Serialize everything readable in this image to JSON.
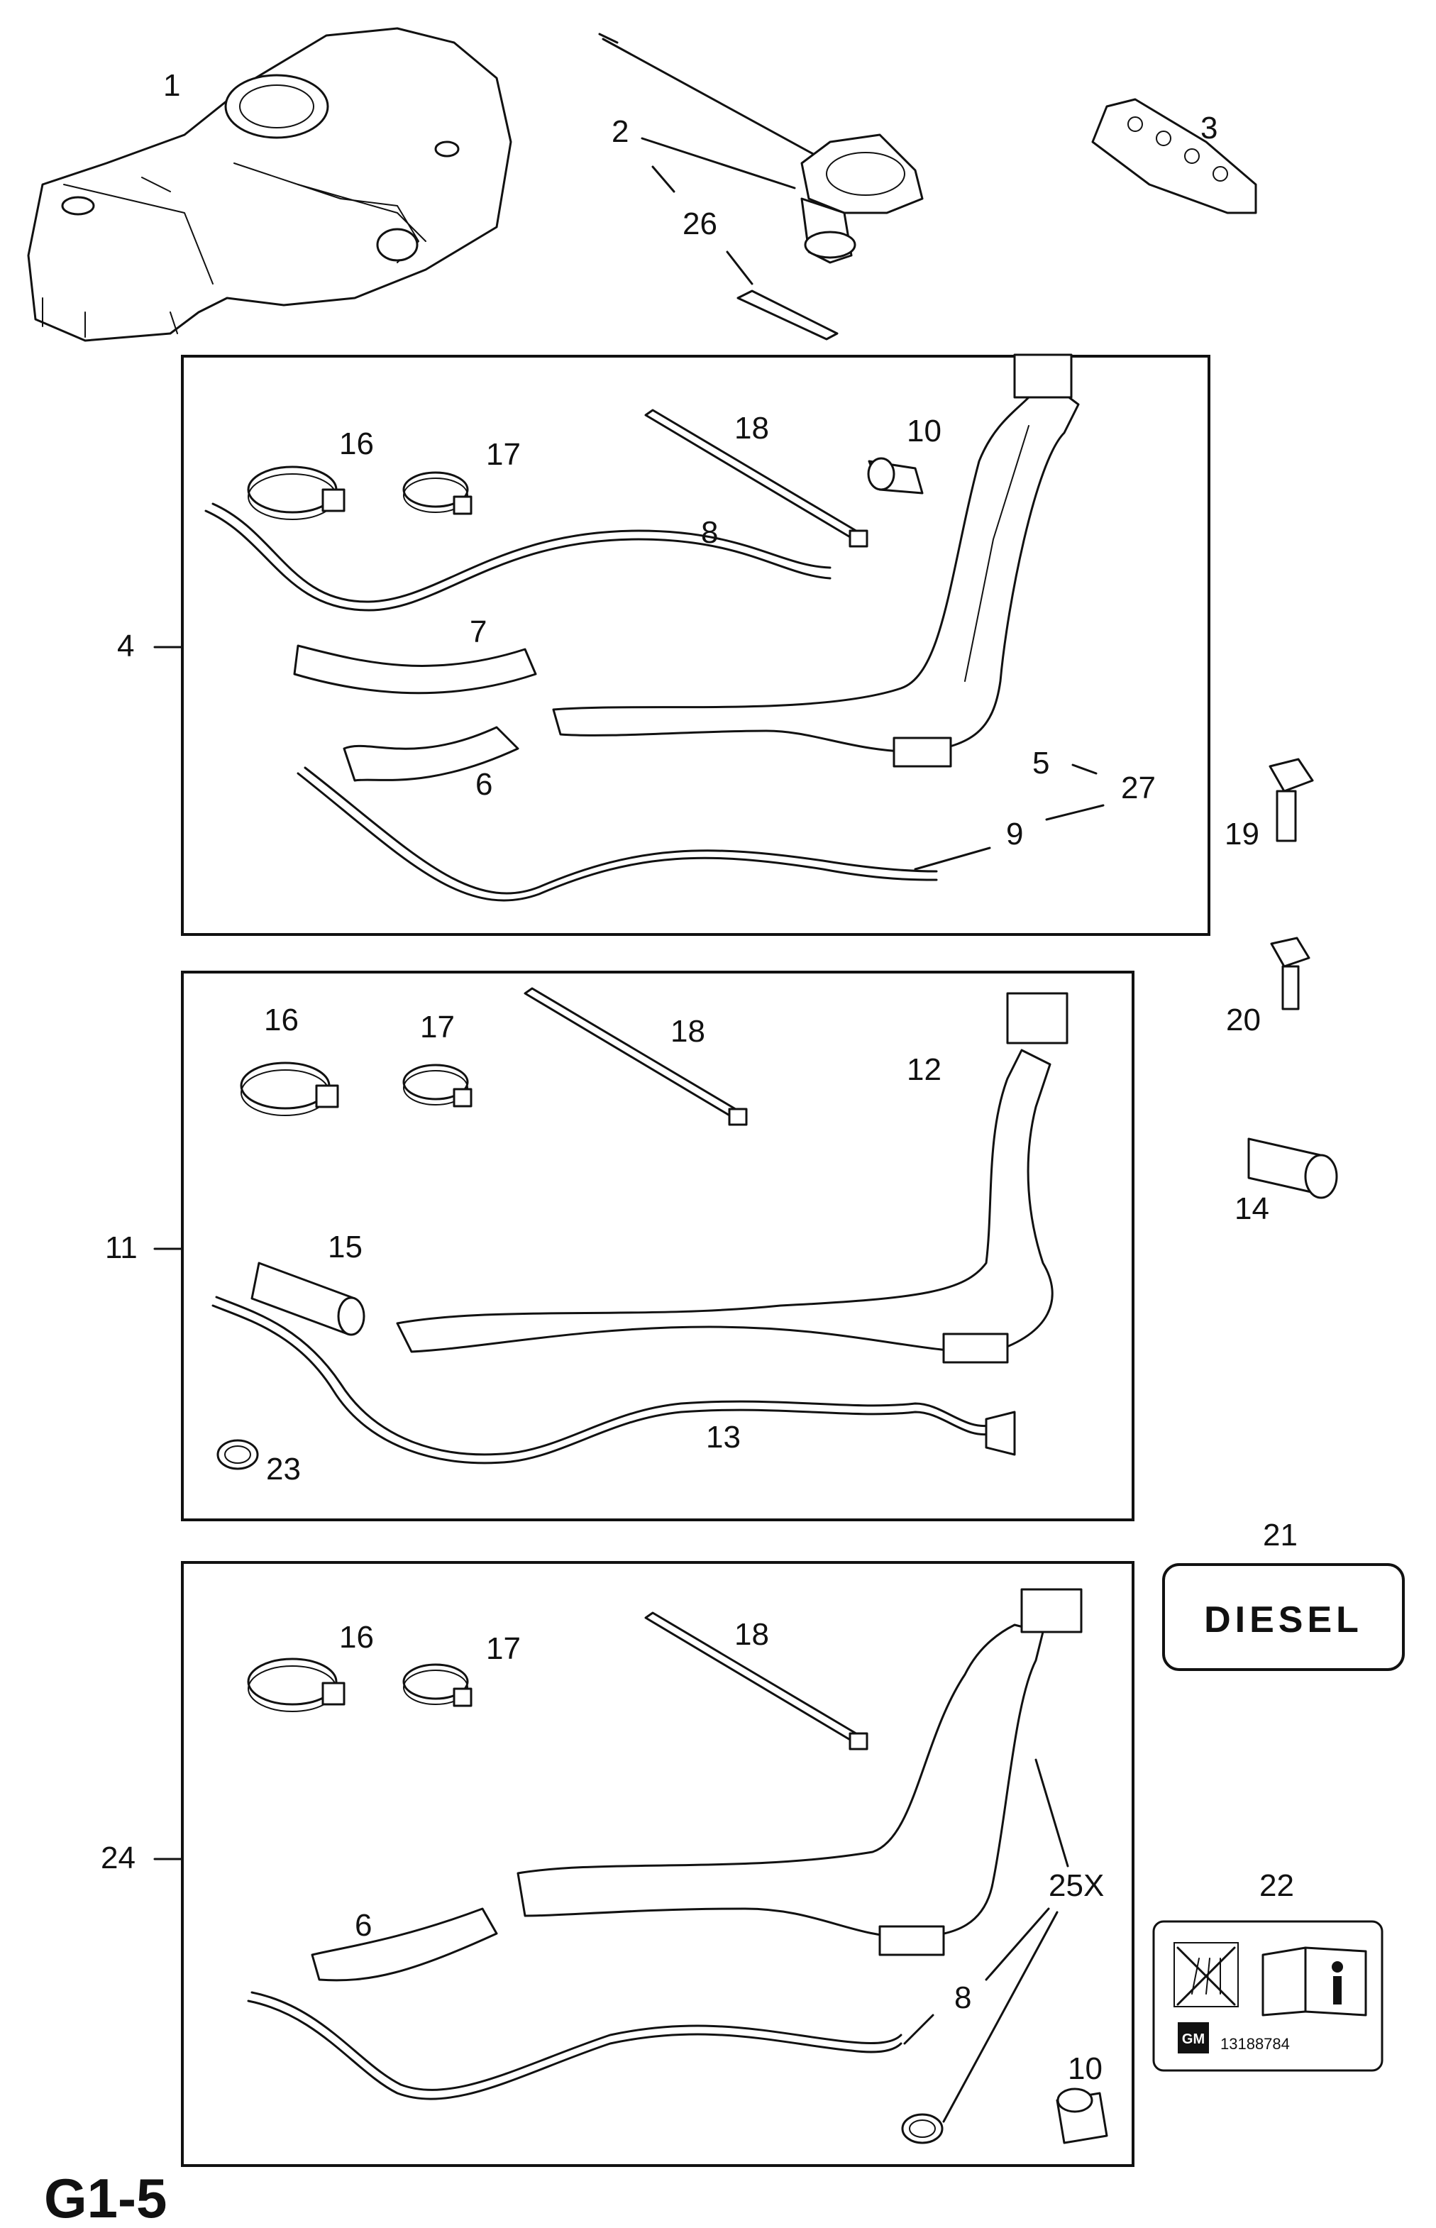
{
  "diagram_id": "G1-5",
  "callouts": {
    "c1": "1",
    "c2": "2",
    "c3": "3",
    "c26": "26",
    "c4": "4",
    "c16a": "16",
    "c17a": "17",
    "c18a": "18",
    "c10a": "10",
    "c8a": "8",
    "c7": "7",
    "c6a": "6",
    "c5": "5",
    "c27": "27",
    "c9": "9",
    "c19": "19",
    "c20": "20",
    "c14": "14",
    "c11": "11",
    "c16b": "16",
    "c17b": "17",
    "c18b": "18",
    "c12": "12",
    "c15": "15",
    "c13": "13",
    "c23": "23",
    "c21": "21",
    "c22": "22",
    "c24": "24",
    "c16c": "16",
    "c17c": "17",
    "c18c": "18",
    "c6b": "6",
    "c25x": "25X",
    "c8b": "8",
    "c10b": "10"
  },
  "badges": {
    "diesel": "DIESEL",
    "gm_logo": "GM",
    "label_number": "13188784"
  },
  "icons": [
    "no-siphon-icon",
    "manual-info-icon"
  ]
}
